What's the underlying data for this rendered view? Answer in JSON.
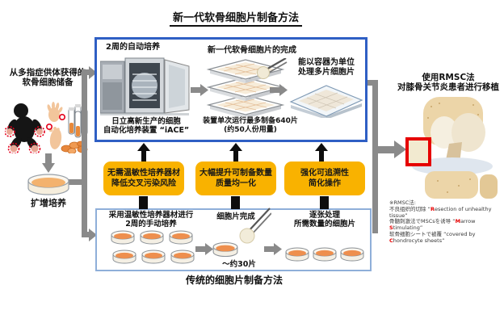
{
  "colors": {
    "accent": "#2f5fc4",
    "lightblue": "#8fafd9",
    "orange": "#f9b200",
    "gray": "#8a8a8a",
    "red": "#e60000"
  },
  "title": "新一代软骨细胞片制备方法",
  "left": {
    "stock_line1": "从多指症供体获得的",
    "stock_line2": "软骨细胞储备",
    "expansion_label": "扩增培养"
  },
  "new_method": {
    "auto_culture_label": "2周的自动培养",
    "completion_label": "新一代软骨细胞片的完成",
    "machine_caption_line1": "日立高新生产的细胞",
    "machine_caption_line2": "自动化培养装置 “iACE”",
    "capacity_line1": "装置单次运行最多制备640片",
    "capacity_line2": "(约50人份用量)",
    "container_line1": "能以容器为单位",
    "container_line2": "处理多片细胞片"
  },
  "benefits": [
    {
      "line1": "无需温敏性培养器材",
      "line2": "降低交叉污染风险"
    },
    {
      "line1": "大幅提升可制备数量",
      "line2": "质量均一化"
    },
    {
      "line1": "强化可追溯性",
      "line2": "简化操作"
    }
  ],
  "traditional": {
    "manual_line1": "采用温敏性培养器材进行",
    "manual_line2": "2周的手动培养",
    "sheet_done_label": "细胞片完成",
    "count_label": "～约30片",
    "process_line1": "逐张处理",
    "process_line2": "所需数量的细胞片",
    "title": "传统的细胞片制备方法"
  },
  "transplant": {
    "label_line1": "使用RMSC法",
    "label_line2": "对膝骨关节炎患者进行移植"
  },
  "footnote": {
    "title": "※RMSC法:",
    "lines": [
      [
        {
          "t": "不良组织的切除 “"
        },
        {
          "t": "R",
          "red": true
        },
        {
          "t": "esection of unhealthy tissue”"
        }
      ],
      [
        {
          "t": "骨髓刺激法でMSCsを诱导 “"
        },
        {
          "t": "M",
          "red": true
        },
        {
          "t": "arrow "
        },
        {
          "t": "S",
          "red": true
        },
        {
          "t": "timulating”"
        }
      ],
      [
        {
          "t": "软骨细胞シートで被覆 “covered by "
        },
        {
          "t": "C",
          "red": true
        },
        {
          "t": "hondrocyte sheets”"
        }
      ]
    ]
  }
}
